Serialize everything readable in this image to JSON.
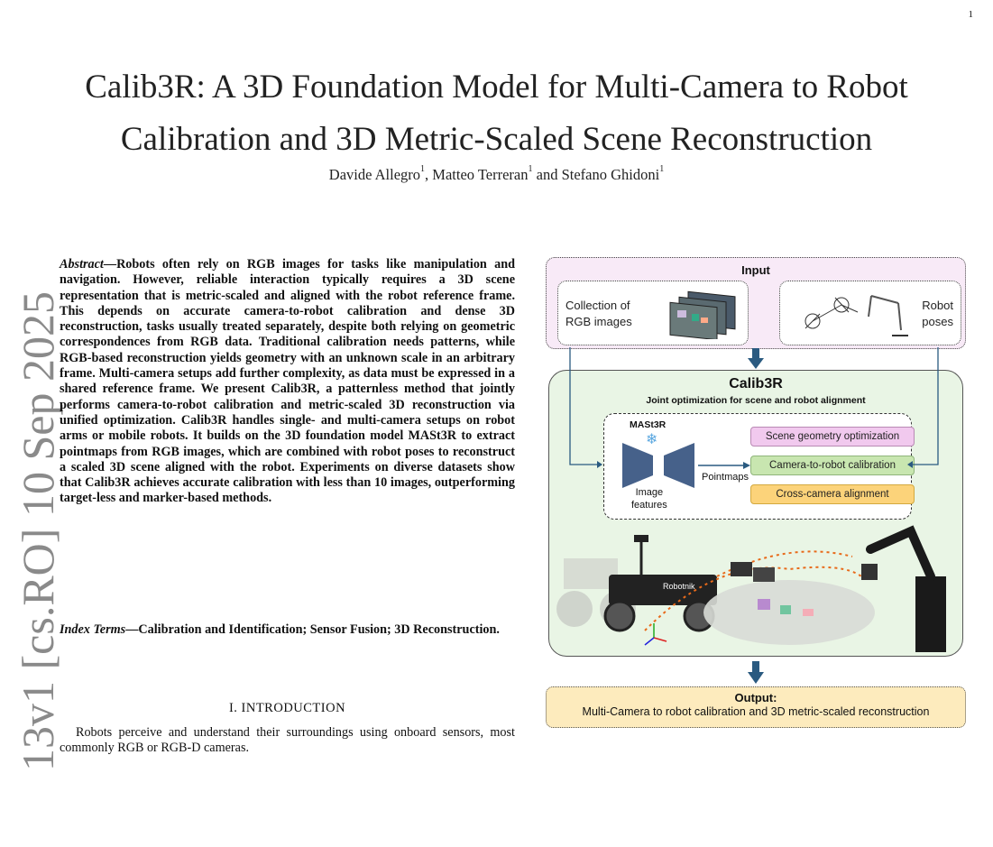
{
  "page_number": "1",
  "side_identifier": "13v1 [cs.RO] 10 Sep 2025",
  "title_line1": "Calib3R: A 3D Foundation Model for Multi-Camera to Robot",
  "title_line2": "Calibration and 3D Metric-Scaled Scene Reconstruction",
  "authors": [
    {
      "name": "Davide Allegro",
      "sup": "1"
    },
    {
      "name": "Matteo Terreran",
      "sup": "1"
    },
    {
      "name": "Stefano Ghidoni",
      "sup": "1"
    }
  ],
  "author_sep1": ", ",
  "author_sep2": " and ",
  "abstract_label": "Abstract",
  "abstract_text": "—Robots often rely on RGB images for tasks like manipulation and navigation. However, reliable interaction typically requires a 3D scene representation that is metric-scaled and aligned with the robot reference frame. This depends on accurate camera-to-robot calibration and dense 3D reconstruction, tasks usually treated separately, despite both relying on geometric correspondences from RGB data. Traditional calibration needs patterns, while RGB-based reconstruction yields geometry with an unknown scale in an arbitrary frame. Multi-camera setups add further complexity, as data must be expressed in a shared reference frame. We present Calib3R, a patternless method that jointly performs camera-to-robot calibration and metric-scaled 3D reconstruction via unified optimization. Calib3R handles single- and multi-camera setups on robot arms or mobile robots. It builds on the 3D foundation model MASt3R to extract pointmaps from RGB images, which are combined with robot poses to reconstruct a scaled 3D scene aligned with the robot. Experiments on diverse datasets show that Calib3R achieves accurate calibration with less than 10 images, outperforming target-less and marker-based methods.",
  "index_label": "Index Terms",
  "index_text": "—Calibration and Identification; Sensor Fusion; 3D Reconstruction.",
  "section_heading": "I. INTRODUCTION",
  "intro_text": "Robots perceive and understand their surroundings using onboard sensors, most commonly RGB or RGB-D cameras.",
  "figure": {
    "input_title": "Input",
    "collection_label_1": "Collection of",
    "collection_label_2": "RGB images",
    "robot_label_1": "Robot",
    "robot_label_2": "poses",
    "calib_title": "Calib3R",
    "calib_subtitle": "Joint optimization for scene and robot alignment",
    "model_name": "MASt3R",
    "image_features_1": "Image",
    "image_features_2": "features",
    "pointmaps_label": "Pointmaps",
    "robot_brand": "Robotnik",
    "options": [
      {
        "label": "Scene geometry optimization",
        "color": "#f1c9ee",
        "border": "#b98ab4"
      },
      {
        "label": "Camera-to-robot calibration",
        "color": "#c8e6b0",
        "border": "#8fb57b"
      },
      {
        "label": "Cross-camera alignment",
        "color": "#fcd37a",
        "border": "#d3a93f"
      }
    ],
    "output_title": "Output:",
    "output_text": "Multi-Camera to robot calibration and 3D metric-scaled reconstruction",
    "colors": {
      "input_bg": "#f8eaf7",
      "calib_bg": "#e9f5e5",
      "output_bg": "#fdebbd",
      "arrow": "#2a5a80"
    }
  }
}
